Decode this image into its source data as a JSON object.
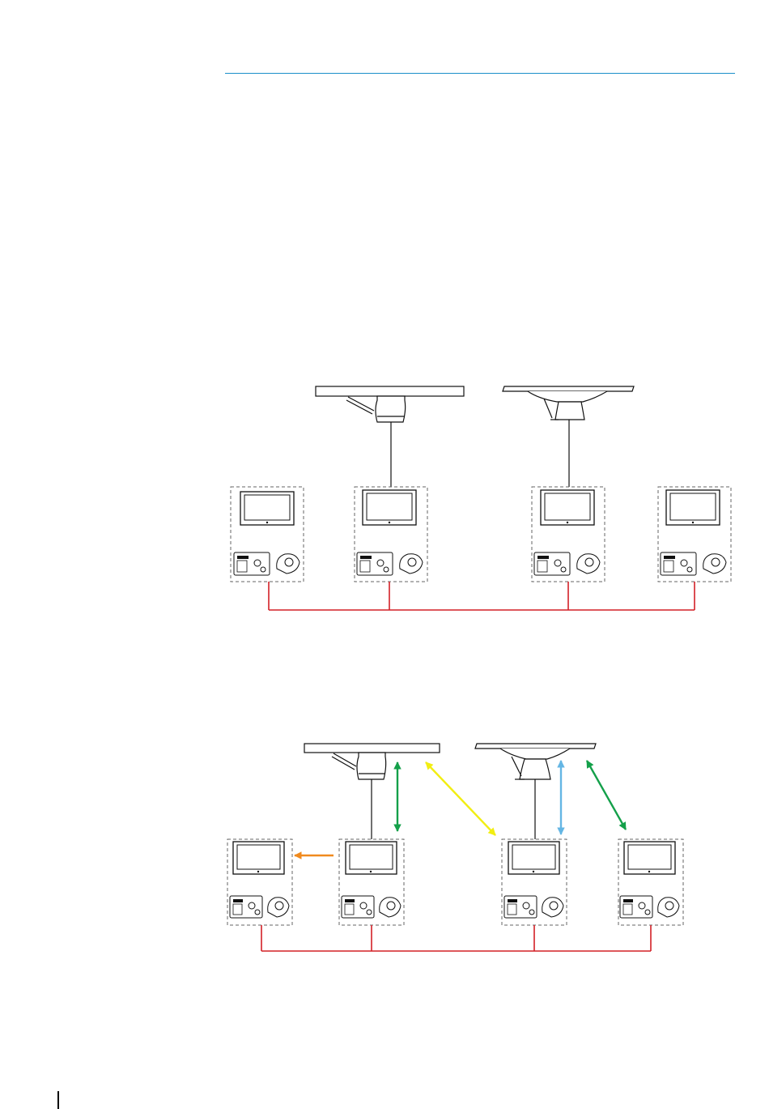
{
  "page": {
    "rule_color": "#1a8fc9"
  },
  "colors": {
    "network": "#d42027",
    "line": "#111111",
    "unit_border": "#555555",
    "arrow_green": "#14a04a",
    "arrow_yellow": "#f2ee12",
    "arrow_blue": "#64b6e4",
    "arrow_orange": "#f08a1e"
  },
  "diagram_top": {
    "stations": 4,
    "antennas": [
      "open-array",
      "open-array-dome"
    ]
  },
  "diagram_bottom": {
    "stations": 4,
    "antennas": [
      "open-array",
      "open-array-dome"
    ],
    "arrows": [
      "green",
      "yellow",
      "blue",
      "green",
      "orange"
    ]
  }
}
